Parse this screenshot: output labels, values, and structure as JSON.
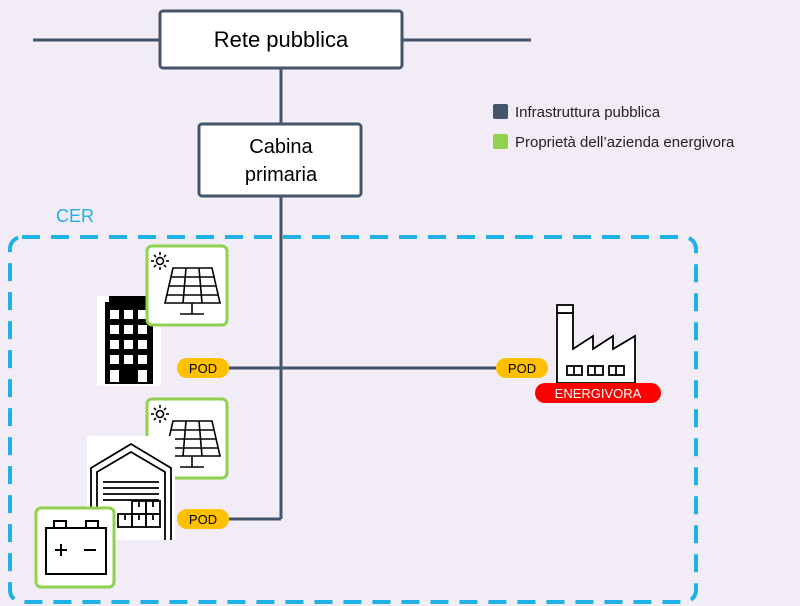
{
  "nodes": {
    "rete": "Rete pubblica",
    "cabina_line1": "Cabina",
    "cabina_line2": "primaria"
  },
  "legend": {
    "items": [
      {
        "label": "Infrastruttura pubblica",
        "color": "#44546a"
      },
      {
        "label": "Proprietà dell’azienda energivora",
        "color": "#92d050"
      }
    ]
  },
  "community": {
    "label": "CER",
    "color": "#1fb0e6"
  },
  "pods": {
    "building": "POD",
    "factory": "POD",
    "warehouse": "POD",
    "color": "#ffc000"
  },
  "factory": {
    "badge": "ENERGIVORA",
    "badge_color": "#ff0000"
  },
  "icons": {
    "building": "office-building-icon",
    "solar": "solar-panel-icon",
    "warehouse": "warehouse-icon",
    "battery": "battery-icon",
    "factory": "factory-icon"
  },
  "line_color": "#44546a",
  "panel_border_color": "#8fd14f"
}
